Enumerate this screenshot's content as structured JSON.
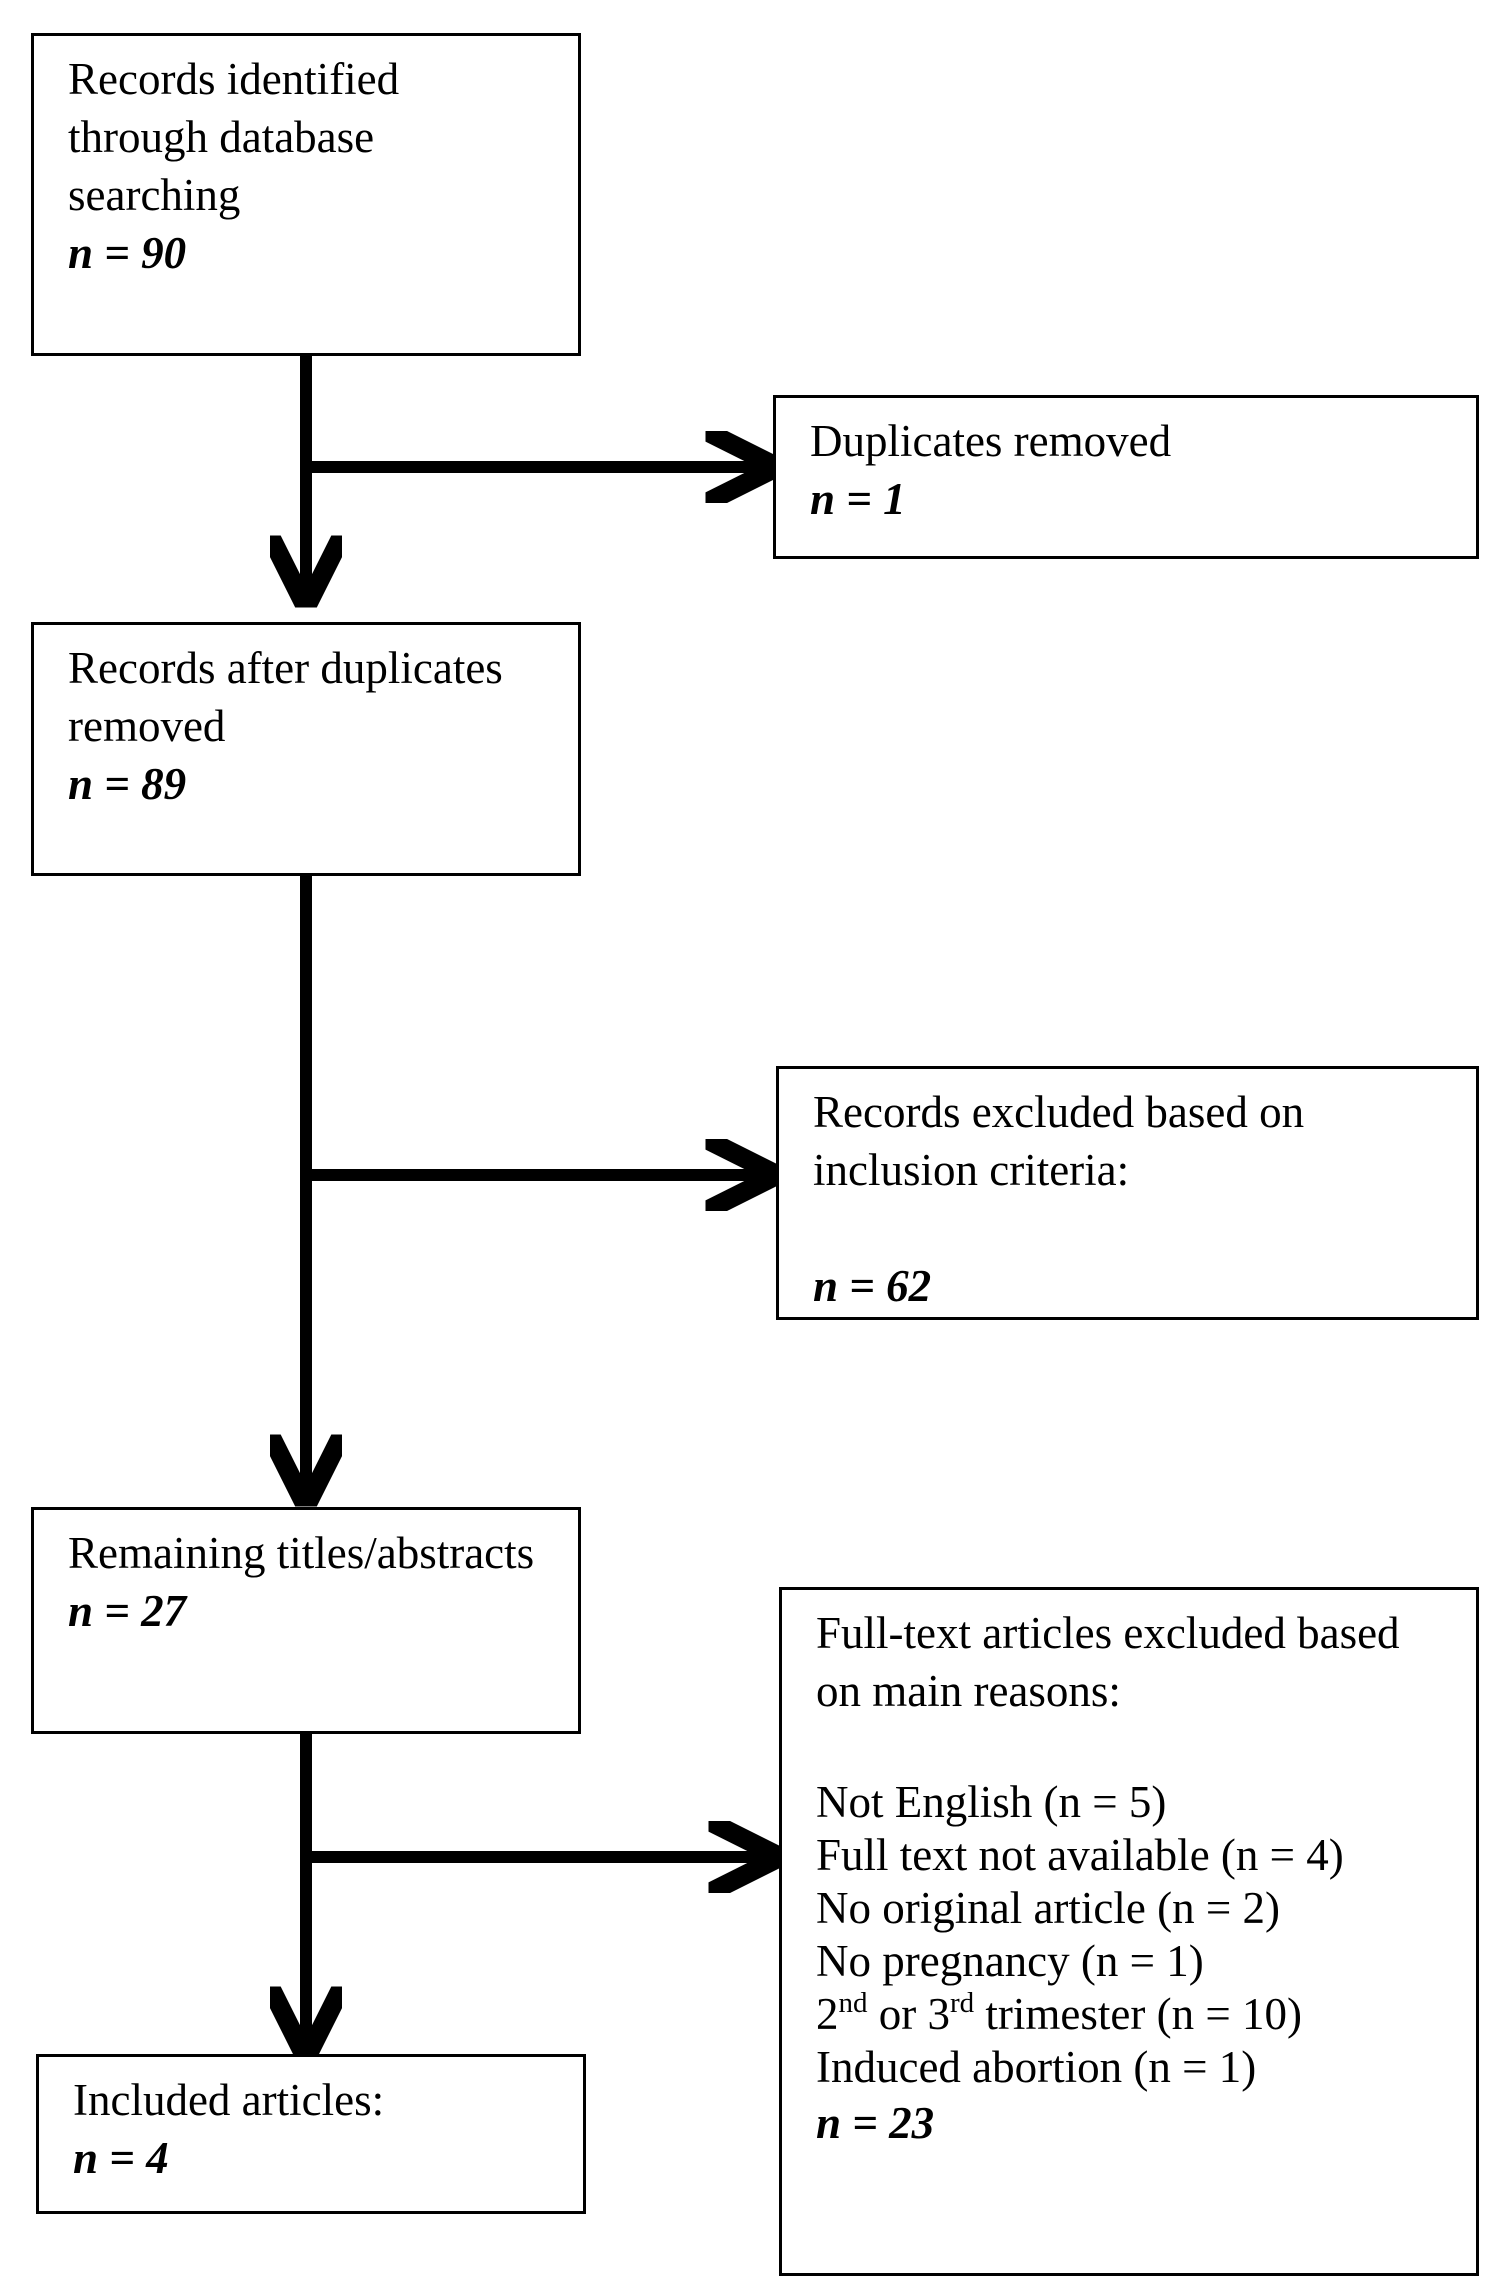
{
  "flow": {
    "identified": {
      "lines": [
        "Records identified",
        "through database",
        "searching"
      ],
      "n": "n = 90"
    },
    "duplicates": {
      "lines": [
        "Duplicates removed"
      ],
      "n": "n = 1"
    },
    "after_duplicates": {
      "lines": [
        "Records after duplicates",
        "removed"
      ],
      "n": "n = 89"
    },
    "excluded_inclusion": {
      "lines": [
        "Records excluded based on",
        "inclusion criteria:"
      ],
      "n": "n = 62"
    },
    "remaining": {
      "lines": [
        "Remaining titles/abstracts"
      ],
      "n": "n = 27"
    },
    "fulltext_excluded": {
      "lines": [
        "Full-text articles excluded based",
        "on main reasons:"
      ],
      "items": [
        "Not English (n = 5)",
        "Full text not available (n = 4)",
        "No original article (n = 2)",
        "No pregnancy (n = 1)"
      ],
      "trimester": {
        "num2": "2",
        "sup2": "nd",
        "mid": " or 3",
        "sup3": "rd",
        "tail": " trimester (n = 10)"
      },
      "items_after": [
        "Induced abortion (n = 1)"
      ],
      "n": "n = 23"
    },
    "included": {
      "lines": [
        "Included articles:"
      ],
      "n": "n = 4"
    }
  }
}
